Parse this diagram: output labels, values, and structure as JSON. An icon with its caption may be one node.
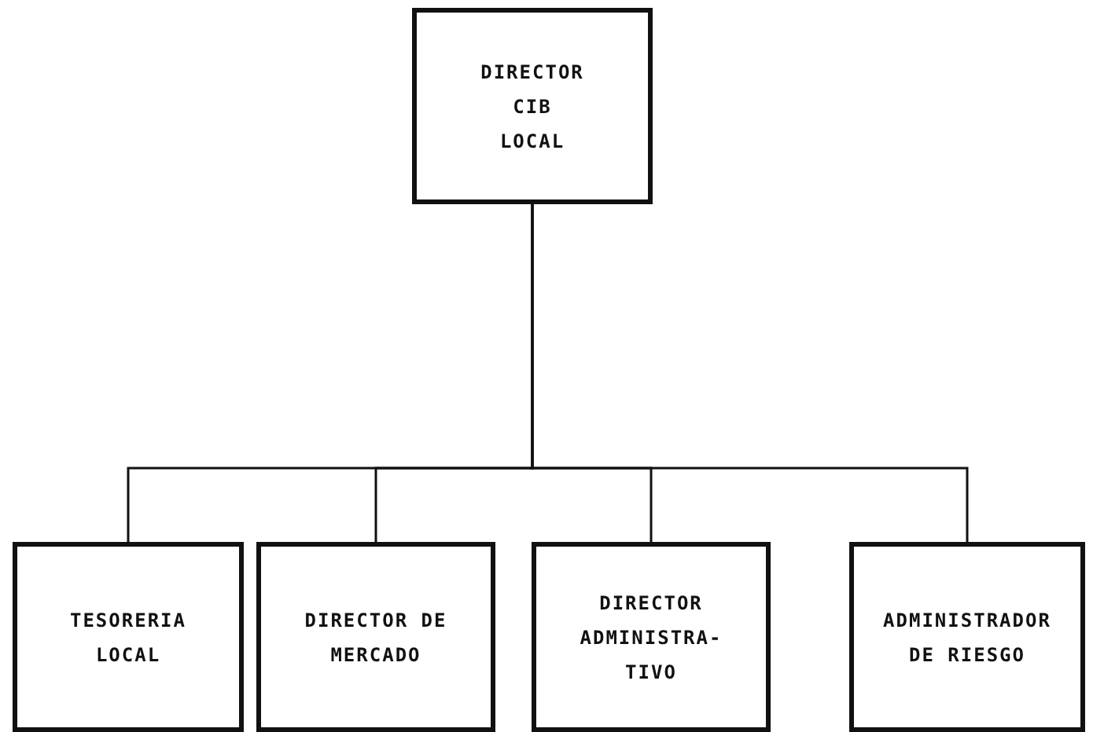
{
  "diagram": {
    "nodes": [
      {
        "text": [
          "DIRECTOR CIB LOCAL"
        ]
      },
      {
        "text": [
          "TESORERIA LOCAL"
        ]
      },
      {
        "text": [
          "DIRECTOR DE MERCADO"
        ]
      },
      {
        "text": [
          "DIRECTOR ADMINISTRA- TIVO"
        ]
      },
      {
        "text": [
          "ADMINISTRADOR DE RIESGO"
        ]
      }
    ],
    "edges": [
      {
        "from": 0,
        "to": 1,
        "arrow": "none"
      },
      {
        "from": 0,
        "to": 2,
        "arrow": "none"
      },
      {
        "from": 0,
        "to": 3,
        "arrow": "none"
      },
      {
        "from": 0,
        "to": 4,
        "arrow": "none"
      }
    ]
  }
}
